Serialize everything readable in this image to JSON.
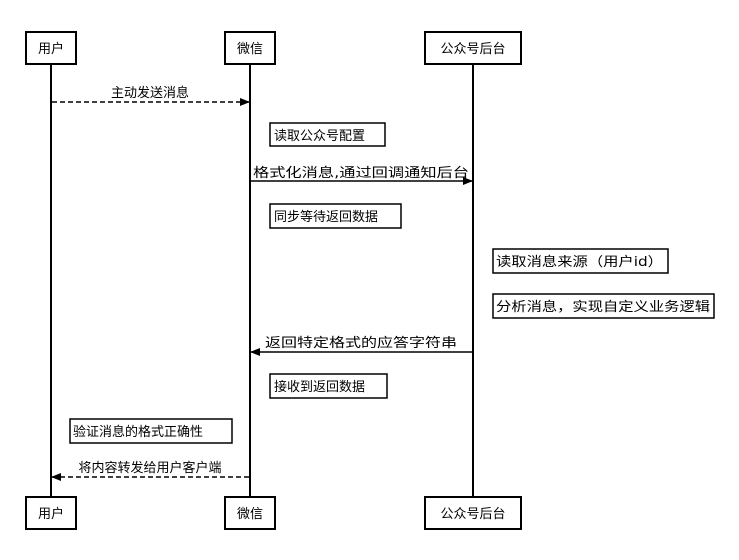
{
  "participants": [
    {
      "id": "user",
      "label": "用户"
    },
    {
      "id": "wechat",
      "label": "微信"
    },
    {
      "id": "backend",
      "label": "公众号后台"
    }
  ],
  "messages": [
    {
      "from": "user",
      "to": "wechat",
      "label": "主动发送消息",
      "style": "dashed"
    },
    {
      "from": "wechat",
      "to": "backend",
      "label": "格式化消息,通过回调通知后台",
      "style": "solid"
    },
    {
      "from": "backend",
      "to": "wechat",
      "label": "返回特定格式的应答字符串",
      "style": "solid"
    },
    {
      "from": "wechat",
      "to": "user",
      "label": "将内容转发给用户客户端",
      "style": "dashed"
    }
  ],
  "notes": [
    {
      "on": "wechat",
      "text": "读取公众号配置"
    },
    {
      "on": "wechat",
      "text": "同步等待返回数据"
    },
    {
      "on": "backend",
      "text": "读取消息来源（用户id）"
    },
    {
      "on": "backend",
      "text": "分析消息，实现自定义业务逻辑"
    },
    {
      "on": "wechat",
      "text": "接收到返回数据"
    },
    {
      "on": "user",
      "text": "验证消息的格式正确性"
    }
  ],
  "colors": {
    "line": "#000000",
    "box_fill": "#ffffff",
    "background": "#ffffff"
  }
}
